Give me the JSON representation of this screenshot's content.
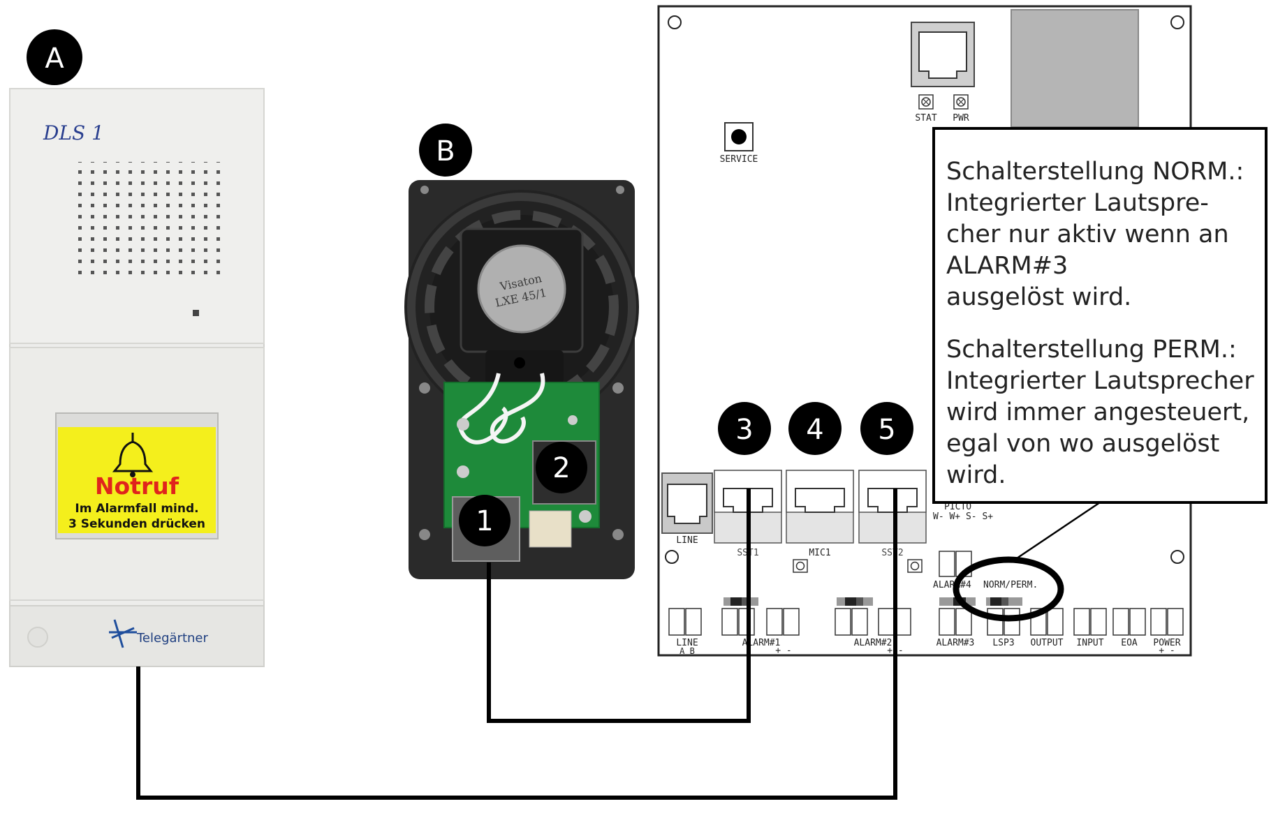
{
  "badges": {
    "a": "A",
    "b": "B",
    "n1": "1",
    "n2": "2",
    "n3": "3",
    "n4": "4",
    "n5": "5"
  },
  "device_a": {
    "model": "DLS 1",
    "button_title": "Notruf",
    "button_line1": "Im Alarmfall mind.",
    "button_line2": "3 Sekunden drücken",
    "brand": "Telegärtner"
  },
  "speaker_b": {
    "magnet_text1": "Visaton",
    "magnet_text2": "LXE 45/1"
  },
  "board": {
    "stat": "STAT",
    "pwr": "PWR",
    "service": "SERVICE",
    "line_jack": "LINE",
    "sst1": "SST1",
    "mic1": "MIC1",
    "sst2": "SST2",
    "picto": "PICTO",
    "picto_pins": "W- W+ S-  S+",
    "alarm4": "ALARM#4",
    "norm_perm": "NORM/PERM.",
    "terminals": {
      "line": "LINE",
      "line_ab": "A  B",
      "alarm1": "ALARM#1",
      "alarm1_pm": "+  -",
      "alarm2": "ALARM#2",
      "alarm2_pm": "+  -",
      "alarm3": "ALARM#3",
      "lsp3": "LSP3",
      "output": "OUTPUT",
      "input": "INPUT",
      "eoa": "EOA",
      "power": "POWER",
      "power_pm": "+  -"
    }
  },
  "callout": {
    "norm_lines": [
      "Schalterstellung NORM.:",
      "Integrierter Lautspre-",
      "cher nur aktiv wenn an",
      "ALARM#3",
      "ausgelöst wird."
    ],
    "perm_lines": [
      "Schalterstellung PERM.:",
      "Integrierter Lautsprecher",
      "wird immer angesteuert,",
      "egal von wo ausgelöst",
      "wird."
    ]
  },
  "colors": {
    "badge": "#000000",
    "device_body": "#ededeb",
    "button_yellow": "#f4ef1c",
    "notruf_red": "#e0241c",
    "brand_blue": "#1f4e9c",
    "speaker_frame": "#2a2a2a",
    "pcb_green": "#1e8a3a",
    "jack_gray": "#c9c9c9",
    "wire": "#000000"
  }
}
